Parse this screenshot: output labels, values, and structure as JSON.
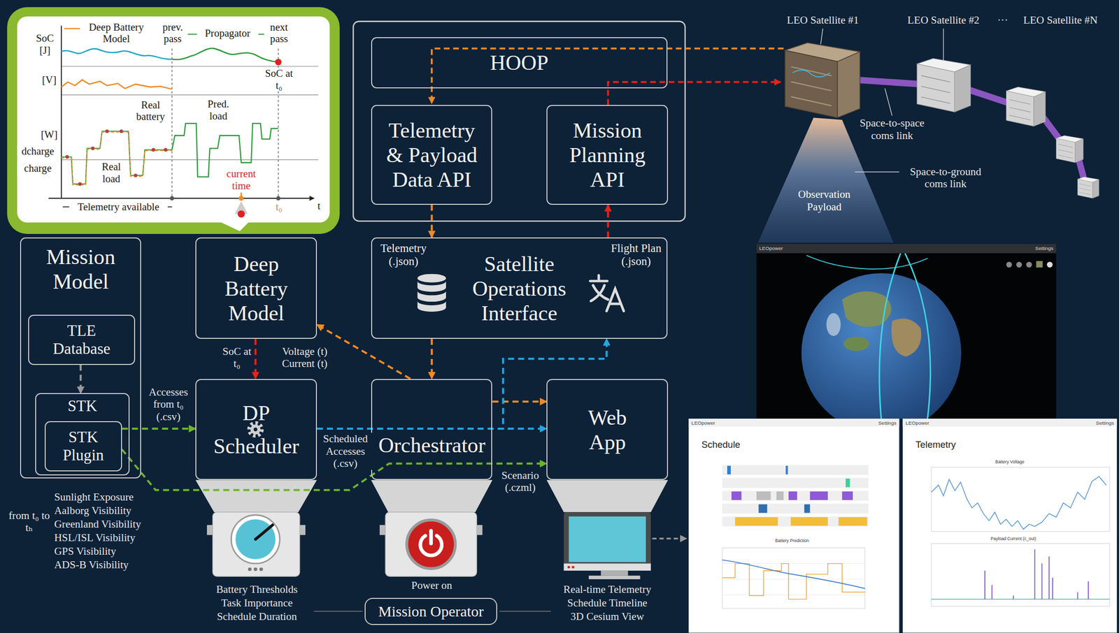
{
  "diagram": {
    "nodes": [
      {
        "text": [
          "HOOP"
        ]
      },
      {
        "text": [
          "Telemetry & Payload Data API"
        ]
      },
      {
        "text": [
          "Mission Planning API"
        ]
      },
      {
        "text": [
          "Satellite Operations Interface",
          "Telemetry (.json)",
          "Flight Plan (.json)"
        ]
      },
      {
        "text": [
          "Mission Model"
        ]
      },
      {
        "text": [
          "TLE Database"
        ],
        "in": 4
      },
      {
        "text": [
          "STK"
        ],
        "in": 4
      },
      {
        "text": [
          "STK Plugin"
        ],
        "in": 6
      },
      {
        "text": [
          "Deep Battery Model"
        ]
      },
      {
        "text": [
          "DP Scheduler"
        ]
      },
      {
        "text": [
          "Orchestrator"
        ]
      },
      {
        "text": [
          "Web App"
        ]
      },
      {
        "text": [
          "Mission Operator"
        ]
      }
    ],
    "edges": [
      {
        "from": 1,
        "to": 3,
        "arrow": "to"
      },
      {
        "from": 3,
        "to": 10,
        "arrow": "to"
      },
      {
        "from": 10,
        "to": 8,
        "label": "Voltage (t) Current (t)",
        "arrow": "to"
      },
      {
        "from": 10,
        "to": 11,
        "arrow": "to"
      },
      {
        "from": 8,
        "to": 9,
        "label": "SoC at t₀",
        "arrow": "to"
      },
      {
        "from": 7,
        "to": 9,
        "label": "Accesses from t₀ (.csv)",
        "arrow": "to"
      },
      {
        "from": 9,
        "to": 11,
        "label": "Scheduled Accesses (.csv)",
        "arrow": "to"
      },
      {
        "from": 9,
        "to": 3,
        "arrow": "to"
      },
      {
        "from": 3,
        "to": 2,
        "arrow": "to"
      },
      {
        "from": 7,
        "to": 11,
        "label": "Scenario (.czml)",
        "arrow": "to"
      },
      {
        "from": 5,
        "to": 6,
        "arrow": "to"
      }
    ],
    "labels": [
      "Deep Battery Model",
      "prev. pass",
      "Propagator",
      "next pass",
      "SoC [J]",
      "[V]",
      "[W]",
      "dcharge",
      "charge",
      "Real battery",
      "Pred. load",
      "Real load",
      "current time",
      "SoC at t₀",
      "Telemetry available",
      "t₀",
      "t",
      "Sunlight Exposure",
      "Aalborg Visibility",
      "Greenland Visibility",
      "HSL/ISL Visibility",
      "GPS Visibility",
      "ADS-B Visibility",
      "from t₀ to tₕ",
      "Battery Thresholds",
      "Task Importance",
      "Schedule Duration",
      "Power on",
      "Real-time Telemetry",
      "Schedule Timeline",
      "3D Cesium View",
      "LEO Satellite #1",
      "LEO Satellite #2",
      "···",
      "LEO Satellite #N",
      "Space-to-space coms link",
      "Space-to-ground coms link",
      "Observation Payload",
      "LEOpower",
      "Settings",
      "LEOpower",
      "Settings",
      "Schedule",
      "Battery Prediction",
      "LEOpower",
      "Settings",
      "Telemetry",
      "Battery Voltage",
      "Payload Current (c_out)"
    ]
  }
}
